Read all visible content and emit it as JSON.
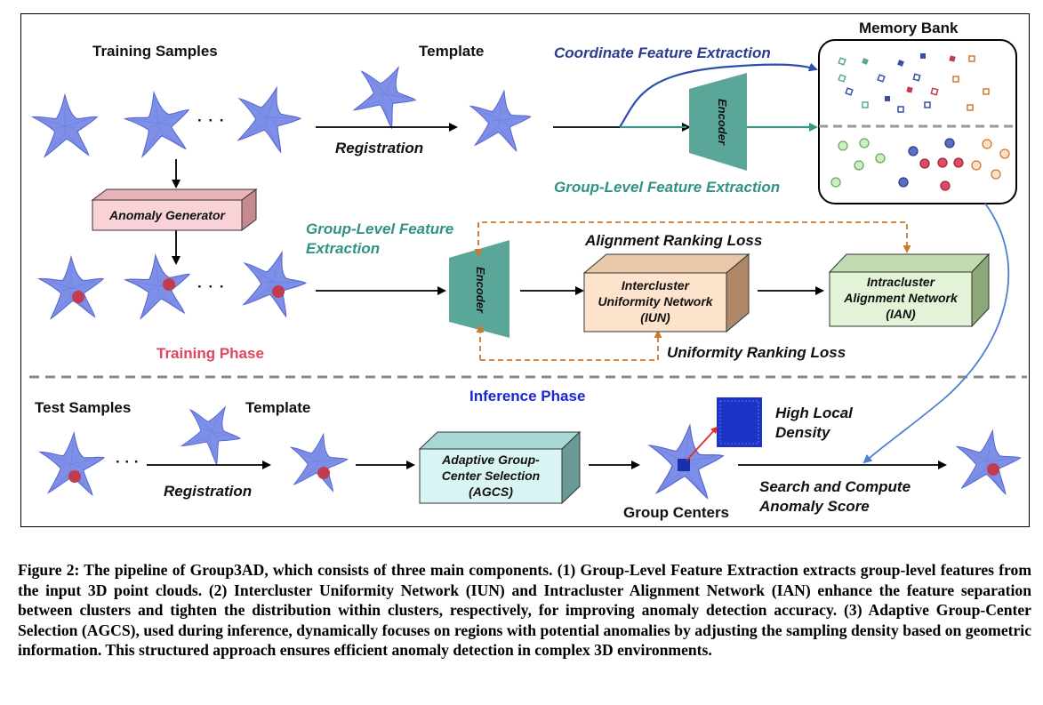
{
  "diagram": {
    "training_samples_label": "Training Samples",
    "template_label_top": "Template",
    "registration_label_top": "Registration",
    "coordinate_feature_label": "Coordinate Feature Extraction",
    "memory_bank_label": "Memory Bank",
    "encoder_label": "Encoder",
    "group_level_feature_label": "Group-Level Feature Extraction",
    "anomaly_generator_label": "Anomaly Generator",
    "group_level_feature_label_2_line1": "Group-Level Feature",
    "group_level_feature_label_2_line2": "Extraction",
    "alignment_ranking_loss_label": "Alignment Ranking Loss",
    "iun_line1": "Intercluster",
    "iun_line2": "Uniformity Network",
    "iun_line3": "(IUN)",
    "ian_line1": "Intracluster",
    "ian_line2": "Alignment Network",
    "ian_line3": "(IAN)",
    "uniformity_ranking_loss_label": "Uniformity Ranking Loss",
    "training_phase_label": "Training Phase",
    "inference_phase_label": "Inference Phase",
    "test_samples_label": "Test Samples",
    "template_label_bottom": "Template",
    "registration_label_bottom": "Registration",
    "agcs_line1": "Adaptive Group-",
    "agcs_line2": "Center Selection",
    "agcs_line3": "(AGCS)",
    "high_local_density_line1": "High Local",
    "high_local_density_line2": "Density",
    "group_centers_label": "Group Centers",
    "search_line1": "Search and Compute",
    "search_line2": "Anomaly Score",
    "ellipsis": "· · ·",
    "ellipsis_short": "· · ·"
  },
  "caption": "Figure 2: The pipeline of Group3AD, which consists of three main components. (1) Group-Level Feature Extraction extracts group-level features from the input 3D point clouds. (2) Intercluster Uniformity Network (IUN) and Intracluster Alignment Network (IAN) enhance the feature separation between clusters and tighten the distribution within clusters, respectively, for improving anomaly detection accuracy. (3) Adaptive Group-Center Selection (AGCS), used during inference, dynamically focuses on regions with potential anomalies by adjusting the sampling density based on geometric information. This structured approach ensures efficient anomaly detection in complex 3D environments.",
  "colors": {
    "starfish": "#7e8fe8",
    "anomaly": "#c23b4f",
    "encoder": "#5aa79a",
    "coordinate_blue": "#2c4fa8",
    "teal_arrow": "#3a9686",
    "orange_dashed": "#d0782c",
    "anomaly_generator_fill": "#f8d2d6",
    "iun_fill": "#fde3cc",
    "ian_fill": "#e2f3d7",
    "agcs_fill": "#d8f5f3"
  }
}
